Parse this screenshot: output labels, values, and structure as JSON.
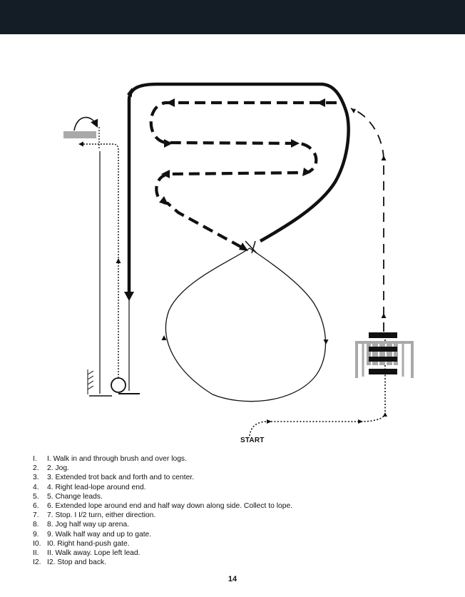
{
  "diagram": {
    "start_label": "START",
    "colors": {
      "line": "#111111",
      "header_bar": "#141c26",
      "obstacle_gray": "#a9a9a9"
    }
  },
  "steps": [
    {
      "num": "I.",
      "text": "I. Walk in and through brush and over logs."
    },
    {
      "num": "2.",
      "text": "2. Jog."
    },
    {
      "num": "3.",
      "text": "3. Extended trot back and forth and to center."
    },
    {
      "num": "4.",
      "text": "4. Right lead-lope around end."
    },
    {
      "num": "5.",
      "text": "5. Change leads."
    },
    {
      "num": "6.",
      "text": "6. Extended lope around end and half way down along side.  Collect to lope."
    },
    {
      "num": "7.",
      "text": "7. Stop. I I/2 turn, either direction."
    },
    {
      "num": "8.",
      "text": "8. Jog half way up arena."
    },
    {
      "num": "9.",
      "text": "9. Walk half way and up to gate."
    },
    {
      "num": "I0.",
      "text": "I0. Right hand-push gate."
    },
    {
      "num": "II.",
      "text": "II. Walk away. Lope left lead."
    },
    {
      "num": "I2.",
      "text": "I2. Stop and back."
    }
  ],
  "page_number": "14"
}
